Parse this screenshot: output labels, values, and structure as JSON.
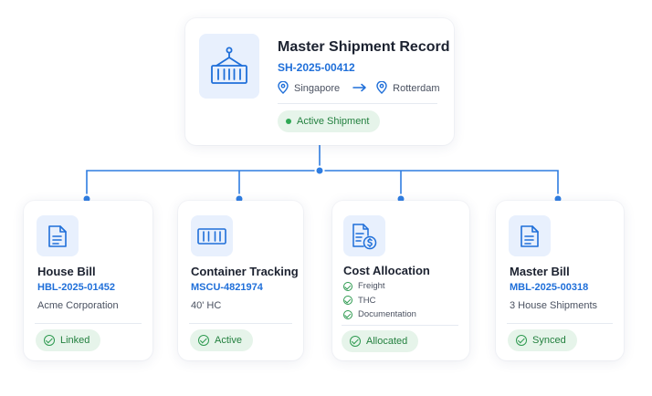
{
  "master": {
    "title": "Master Shipment Record",
    "ref": "SH-2025-00412",
    "origin": "Singapore",
    "destination": "Rotterdam",
    "status": "Active Shipment",
    "icon": "shipping-container-crane-icon"
  },
  "children": [
    {
      "title": "House Bill",
      "ref": "HBL-2025-01452",
      "detail": "Acme Corporation",
      "status": "Linked",
      "icon": "document-icon"
    },
    {
      "title": "Container Tracking",
      "ref": "MSCU-4821974",
      "detail": "40' HC",
      "status": "Active",
      "icon": "container-icon"
    },
    {
      "title": "Cost Allocation",
      "items": [
        "Freight",
        "THC",
        "Documentation"
      ],
      "status": "Allocated",
      "icon": "invoice-dollar-icon"
    },
    {
      "title": "Master Bill",
      "ref": "MBL-2025-00318",
      "detail": "3 House Shipments",
      "status": "Synced",
      "icon": "document-icon"
    }
  ],
  "colors": {
    "accent": "#1f6fd9",
    "icon_tile": "#e8f0fd",
    "status_bg": "#e6f4ea",
    "status_text": "#23803f"
  }
}
